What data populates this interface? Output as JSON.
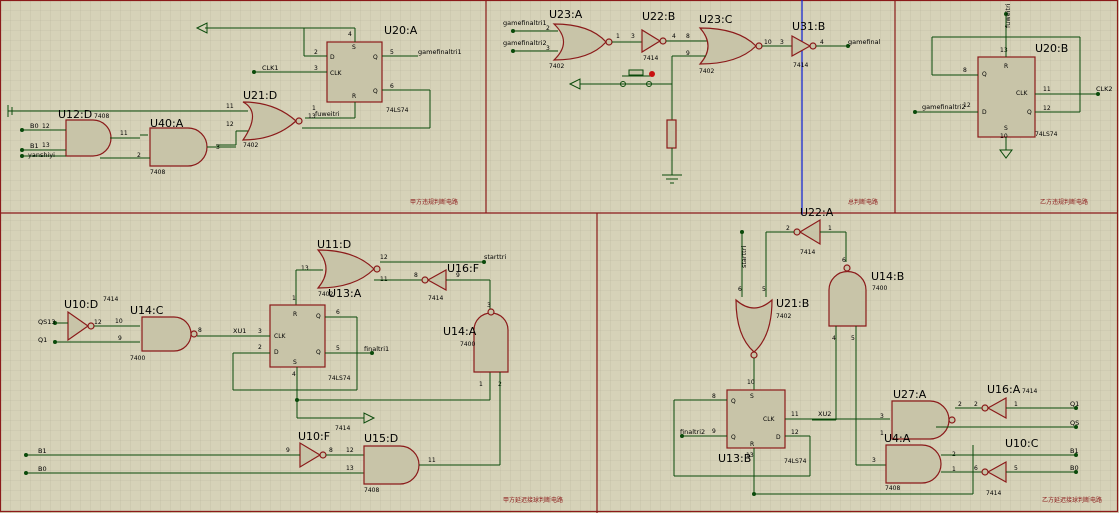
{
  "sections": {
    "a_violation": "甲方违规判断电路",
    "total": "总判断电路",
    "b_violation": "乙方违规判断电路",
    "a_return": "甲方延迟接球判断电路",
    "b_return": "乙方延迟接球判断电路"
  },
  "refs": {
    "u20a": "U20:A",
    "u12d": "U12:D",
    "u40a": "U40:A",
    "u21d": "U21:D",
    "u23a": "U23:A",
    "u22b": "U22:B",
    "u23c": "U23:C",
    "u31b": "U31:B",
    "u20b": "U20:B",
    "u11d": "U11:D",
    "u13a": "U13:A",
    "u16f": "U16:F",
    "u10d": "U10:D",
    "u14c": "U14:C",
    "u14a": "U14:A",
    "u10f": "U10:F",
    "u15d": "U15:D",
    "u22a": "U22:A",
    "u14b": "U14:B",
    "u21b": "U21:B",
    "u13b": "U13:B",
    "u27a": "U27:A",
    "u16a": "U16:A",
    "u4a": "U4:A",
    "u10c": "U10:C"
  },
  "types": {
    "t7408": "7408",
    "t7402": "7402",
    "t7414": "7414",
    "t7400": "7400",
    "t74ls74": "74LS74"
  },
  "nets": {
    "gamefinaltri1": "gamefinaltri1",
    "gamefinaltri2": "gamefinaltri2",
    "gamefinal": "gamefinal",
    "gamefinaltri2b": "gamefinaltri2",
    "fuweitri": "fuweitri",
    "fuweitri_b": "fuweitri",
    "clk1": "CLK1",
    "clk2": "CLK2",
    "b0": "B0",
    "b1": "B1",
    "yanshiyi": "yanshiyi",
    "starttri": "starttri",
    "starttri_b": "starttri",
    "qs13": "QS13",
    "q1": "Q1",
    "xu1": "XU1",
    "xu2": "XU2",
    "finaltri1": "finaltri1",
    "finaltri2": "finaltri2",
    "q1b": "Q1",
    "qs": "QS",
    "b1b": "B1",
    "b0b": "B0",
    "b1c": "B1",
    "b0c": "B0"
  },
  "ff_pins": {
    "d": "D",
    "clk": "CLK",
    "q": "Q",
    "qbar": "Q",
    "s": "S",
    "r": "R"
  }
}
